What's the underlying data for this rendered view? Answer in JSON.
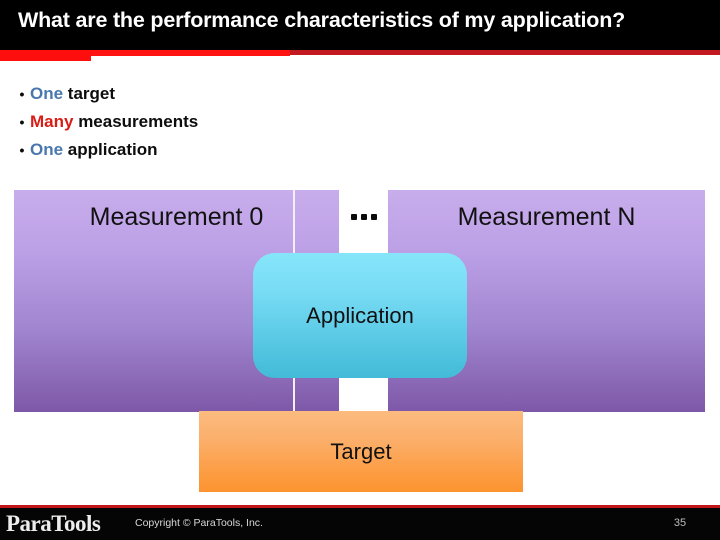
{
  "slide": {
    "title": "What are the performance characteristics of my application?",
    "page_number": "35",
    "accent_color": "#FF0E0E",
    "header_background": "#000000"
  },
  "bullets": [
    {
      "marker": "•",
      "keyword": "One",
      "keyword_color": "#4A77AE",
      "rest": " target"
    },
    {
      "marker": "•",
      "keyword": "Many",
      "keyword_color": "#D91D16",
      "rest": " measurements"
    },
    {
      "marker": "•",
      "keyword": "One",
      "keyword_color": "#4A77AE",
      "rest": " application"
    }
  ],
  "diagram": {
    "measurement_first": "Measurement 0",
    "measurement_last": "Measurement N",
    "ellipsis": "•••",
    "application": "Application",
    "target": "Target",
    "colors": {
      "measurement_top": "#C8ADEC",
      "measurement_bottom": "#7E58A8",
      "application_top": "#86E5F9",
      "application_bottom": "#43BBD8",
      "target_top": "#FCBB7F",
      "target_bottom": "#FC9430"
    }
  },
  "footer": {
    "logo": "ParaTools",
    "copyright": "Copyright © ParaTools, Inc.",
    "page": "35"
  }
}
